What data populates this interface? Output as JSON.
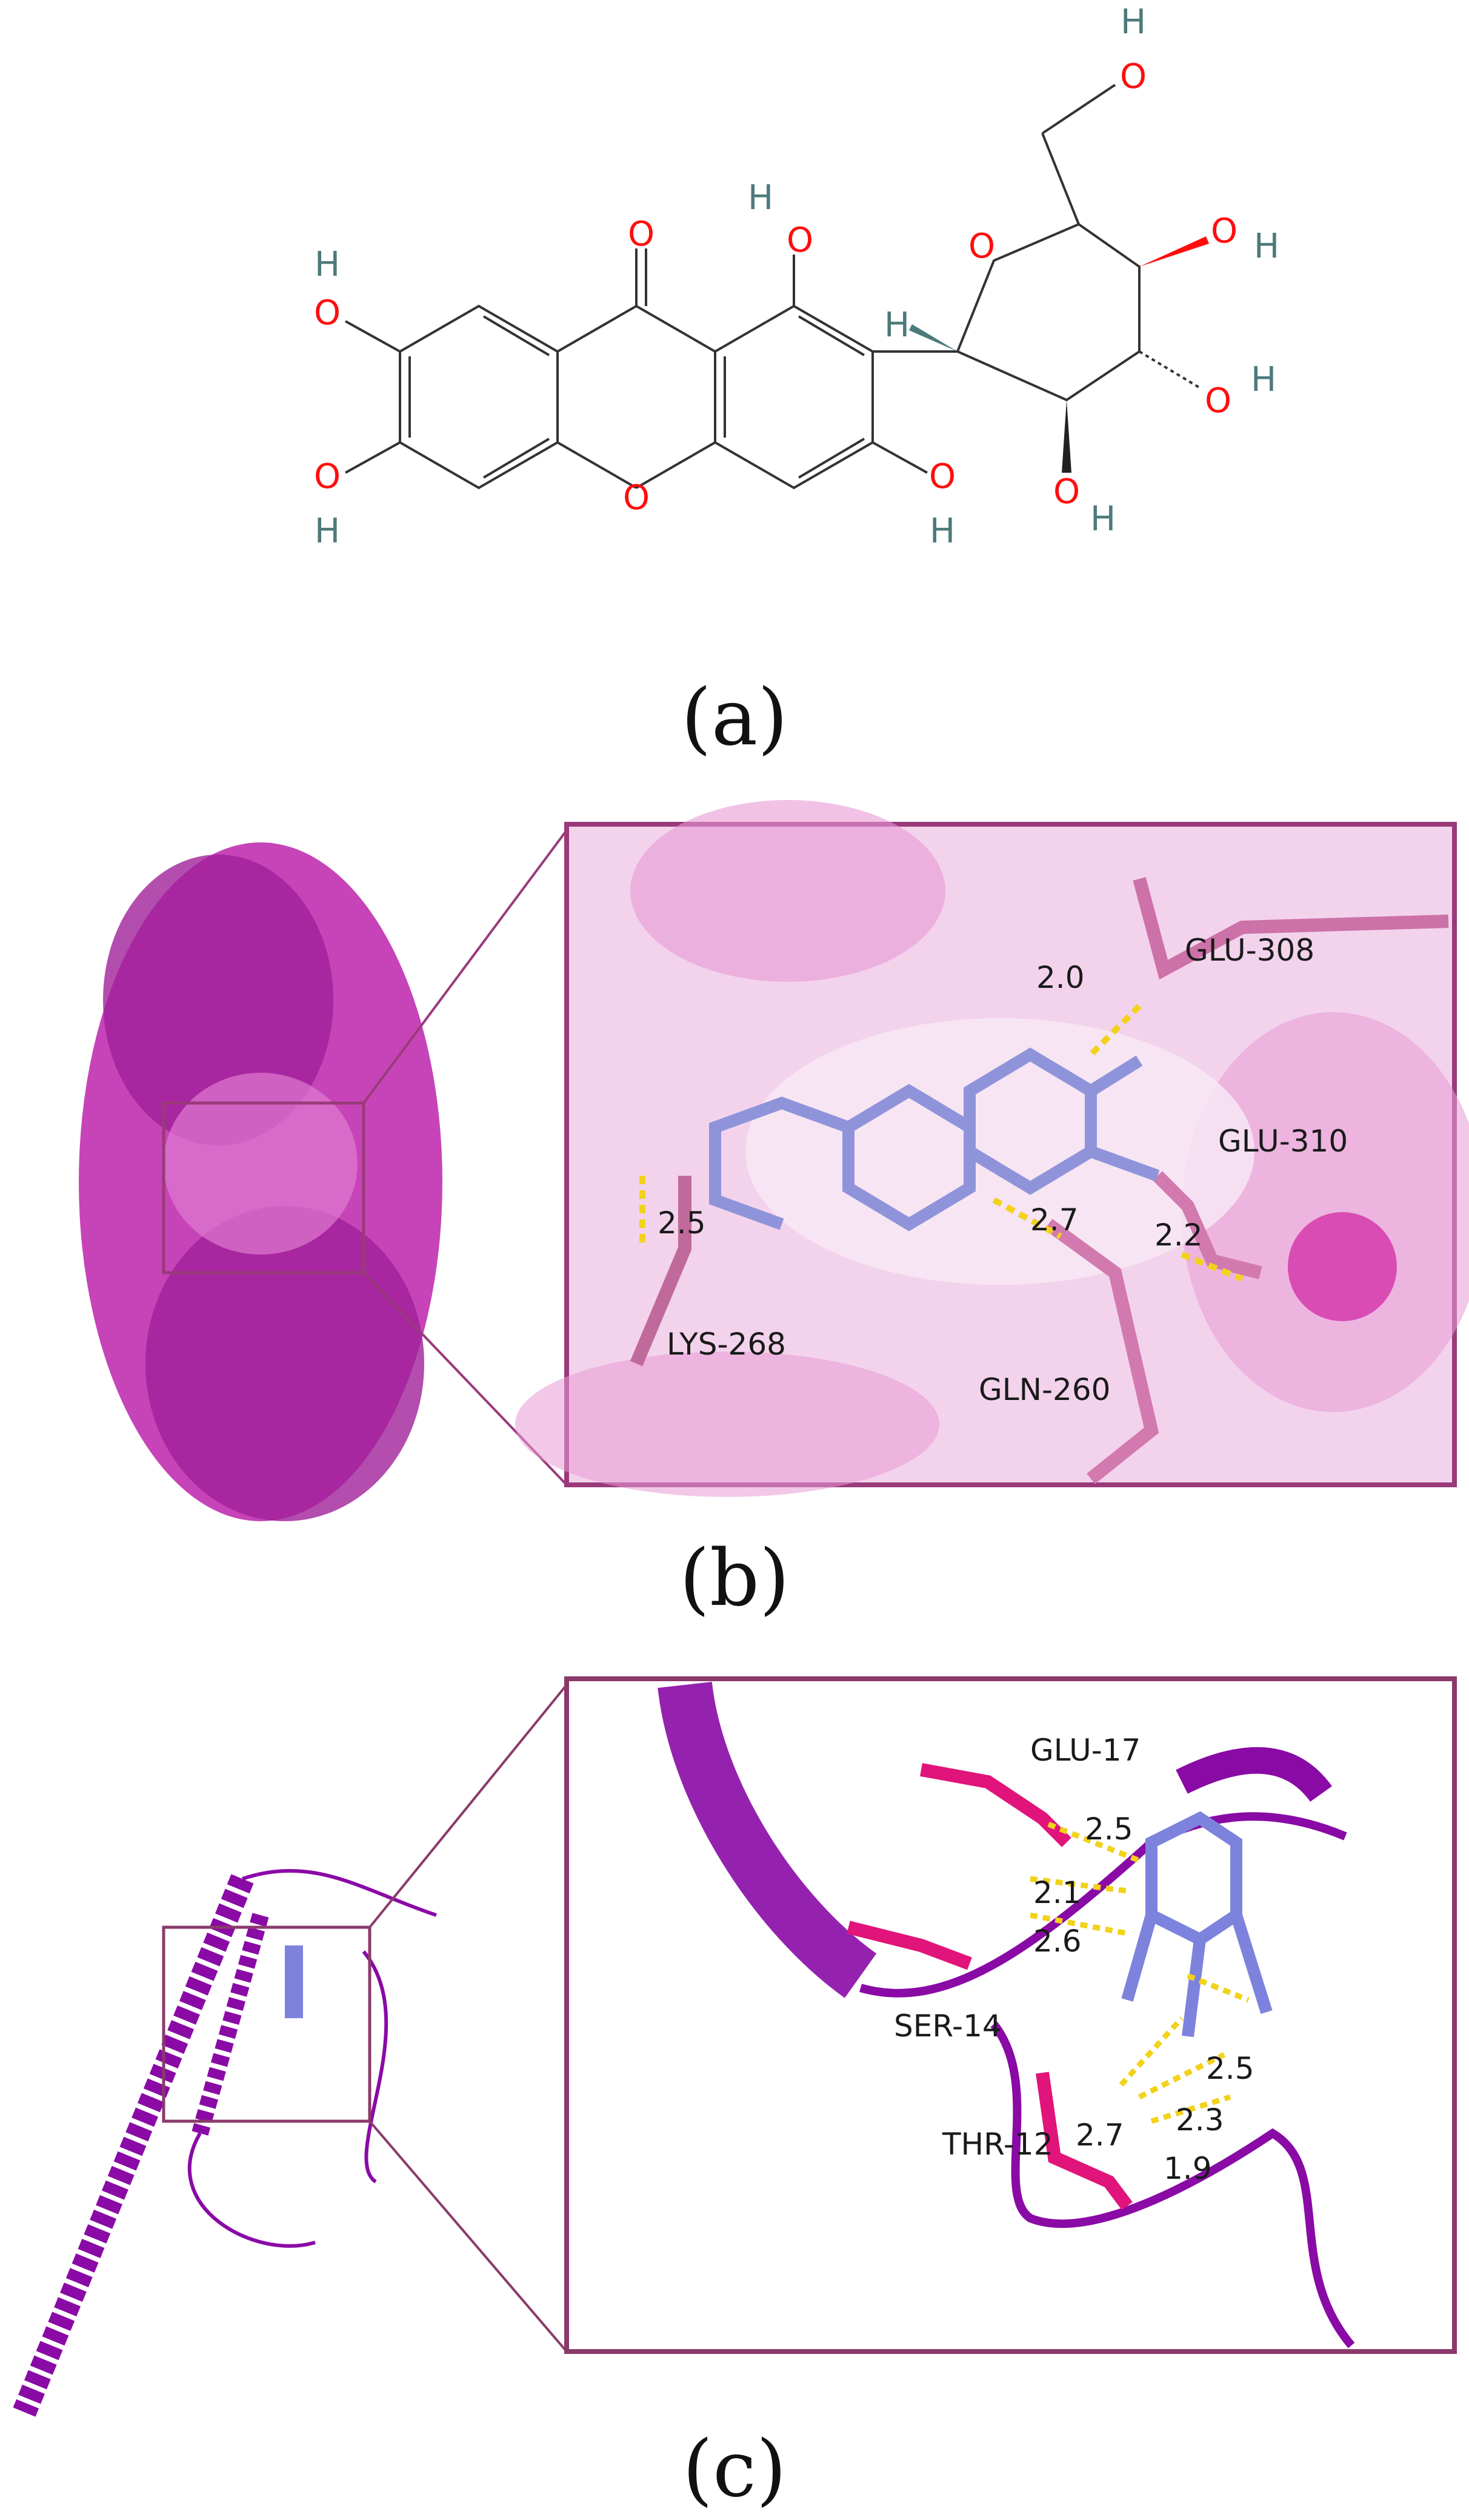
{
  "panels": {
    "a": {
      "caption": "(a)",
      "atoms": {
        "o_carbonyl": "O",
        "o_ring": "O",
        "o_sugar": "O",
        "oh1_o": "O",
        "oh1_h": "H",
        "oh2_o": "O",
        "oh2_h": "H",
        "oh3_o": "O",
        "oh3_h": "H",
        "oh4_o": "O",
        "oh4_h": "H",
        "oh5_o": "O",
        "oh5_h": "H",
        "oh6_o": "O",
        "oh6_h": "H",
        "oh7_o": "O",
        "oh7_h": "H",
        "oh8_o": "O",
        "oh8_h": "H",
        "ch_h": "H"
      }
    },
    "b": {
      "caption": "(b)",
      "residues": [
        "GLU-308",
        "GLU-310",
        "LYS-268",
        "GLN-260"
      ],
      "distances": [
        "2.0",
        "2.2",
        "2.5",
        "2.7"
      ],
      "colors": {
        "protein": "#c030b0",
        "surface": "#f1c6e6",
        "ligand": "#9aa0e0",
        "frame": "#9a3a7a",
        "hbond": "#f2d21b"
      }
    },
    "c": {
      "caption": "(c)",
      "residues": [
        "GLU-17",
        "SER-14",
        "THR-12"
      ],
      "distances": [
        "2.5",
        "2.1",
        "2.6",
        "2.5",
        "2.7",
        "2.3",
        "1.9"
      ],
      "colors": {
        "protein": "#8a0aa6",
        "residue": "#e0147a",
        "ligand": "#7d83dc",
        "frame": "#8a3a6a",
        "hbond": "#f2d21b"
      }
    }
  }
}
